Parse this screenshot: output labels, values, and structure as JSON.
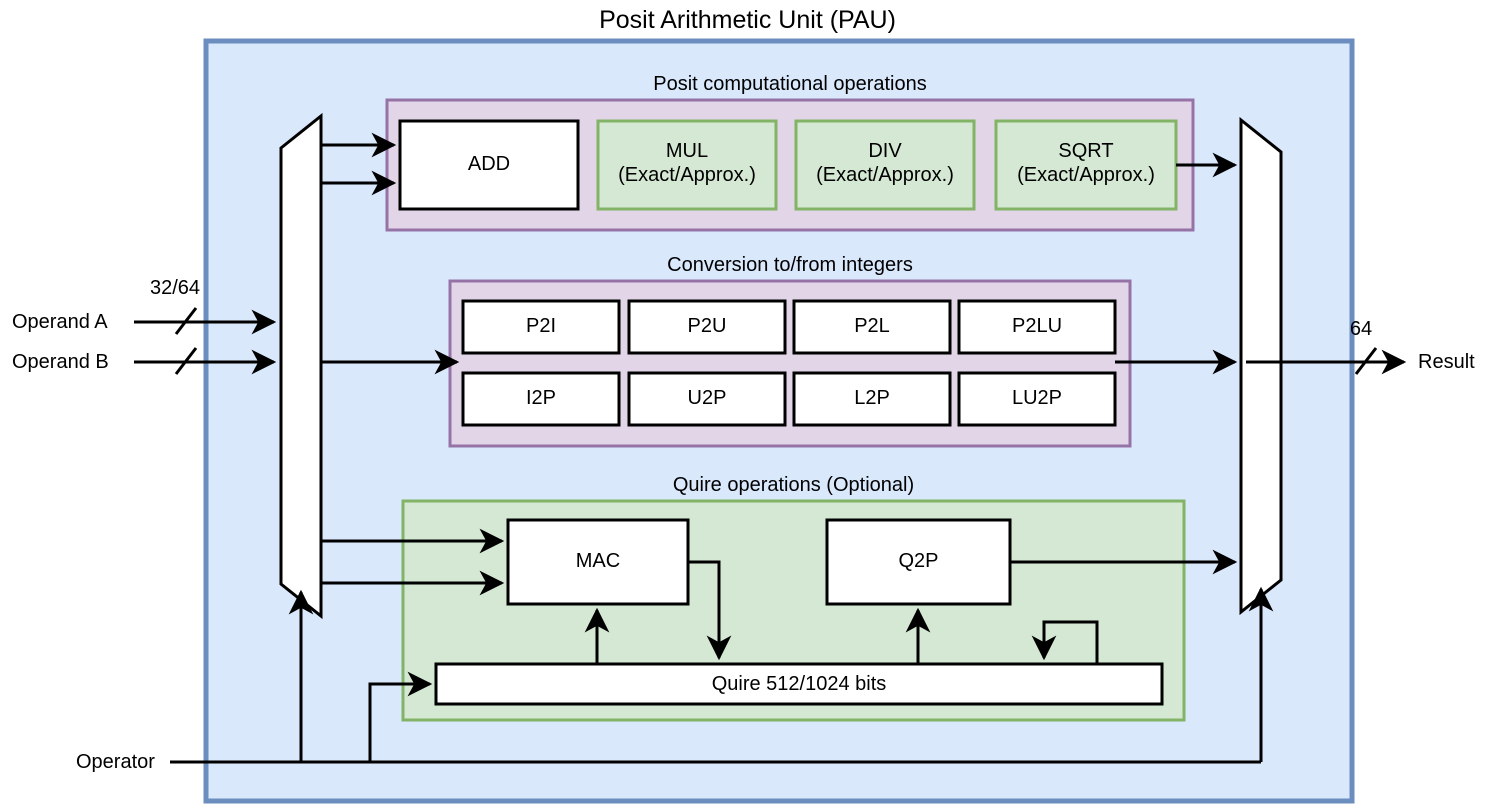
{
  "diagram": {
    "title": "Posit Arithmetic Unit (PAU)",
    "colors": {
      "unit_fill": "#dae8fc",
      "unit_stroke": "#6c8ebf",
      "purple_fill": "#e1d5e7",
      "purple_stroke": "#9673a6",
      "green_fill": "#d5e8d4",
      "green_stroke": "#82b366",
      "white_fill": "#ffffff",
      "black_stroke": "#000000"
    },
    "inputs": [
      {
        "label": "Operand A",
        "width": "32/64"
      },
      {
        "label": "Operand B",
        "width": ""
      }
    ],
    "control": {
      "label": "Operator"
    },
    "output": {
      "label": "Result",
      "width": "64"
    },
    "muxes": [
      {
        "name": "input-mux"
      },
      {
        "name": "output-mux"
      }
    ],
    "sections": [
      {
        "title": "Posit computational operations",
        "blocks": [
          {
            "label": "ADD",
            "style": "white"
          },
          {
            "label": "MUL\n(Exact/Approx.)",
            "style": "green"
          },
          {
            "label": "DIV\n(Exact/Approx.)",
            "style": "green"
          },
          {
            "label": "SQRT\n(Exact/Approx.)",
            "style": "green"
          }
        ]
      },
      {
        "title": "Conversion to/from integers",
        "blocks": [
          {
            "label": "P2I",
            "style": "white"
          },
          {
            "label": "P2U",
            "style": "white"
          },
          {
            "label": "P2L",
            "style": "white"
          },
          {
            "label": "P2LU",
            "style": "white"
          },
          {
            "label": "I2P",
            "style": "white"
          },
          {
            "label": "U2P",
            "style": "white"
          },
          {
            "label": "L2P",
            "style": "white"
          },
          {
            "label": "LU2P",
            "style": "white"
          }
        ]
      },
      {
        "title": "Quire operations (Optional)",
        "blocks": [
          {
            "label": "MAC",
            "style": "white"
          },
          {
            "label": "Q2P",
            "style": "white"
          },
          {
            "label": "Quire 512/1024 bits",
            "style": "white"
          }
        ]
      }
    ]
  }
}
